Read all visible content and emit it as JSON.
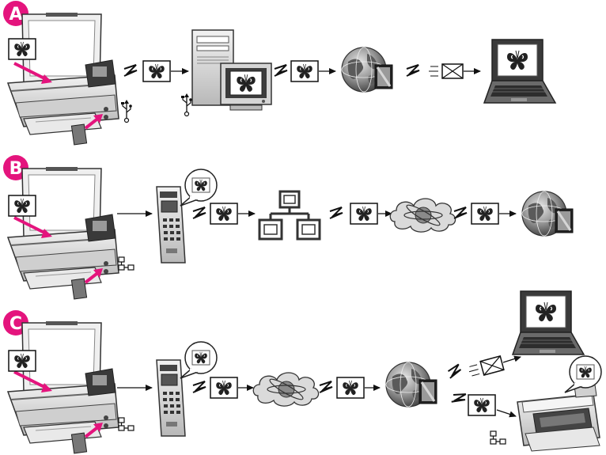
{
  "rows": [
    {
      "label": "A",
      "connection": "usb-icon"
    },
    {
      "label": "B",
      "connection": "network-icon"
    },
    {
      "label": "C",
      "connection": "network-icon"
    }
  ],
  "colors": {
    "badge": "#e4147d",
    "line": "#111111",
    "device_body": "#dcdcdc",
    "device_dark": "#555555",
    "globe": "#8a8a8a",
    "cloud": "#d6d6d6"
  }
}
